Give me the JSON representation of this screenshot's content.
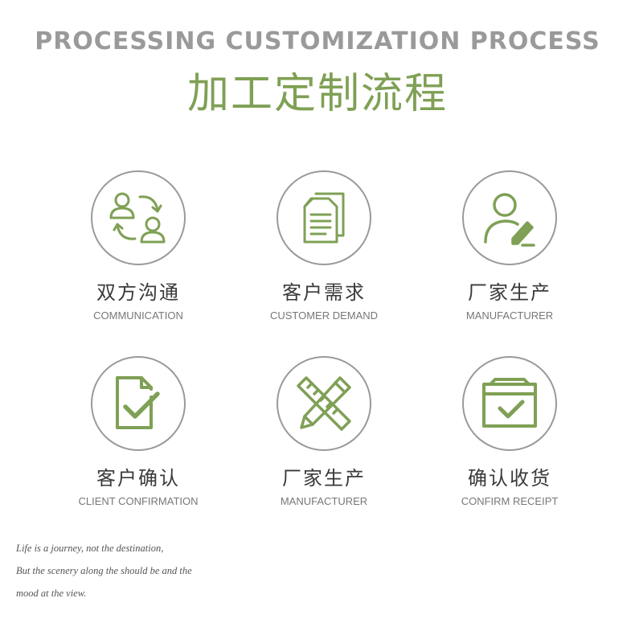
{
  "header": {
    "title_en": "PROCESSING CUSTOMIZATION PROCESS",
    "title_cn": "加工定制流程"
  },
  "colors": {
    "accent": "#7fa055",
    "circle_border": "#9a9a9a",
    "text": "#3a3a3a"
  },
  "steps": [
    {
      "cn": "双方沟通",
      "en": "COMMUNICATION",
      "icon": "communication-icon"
    },
    {
      "cn": "客户需求",
      "en": "CUSTOMER DEMAND",
      "icon": "document-icon"
    },
    {
      "cn": "厂家生产",
      "en": "MANUFACTURER",
      "icon": "user-edit-icon"
    },
    {
      "cn": "客户确认",
      "en": "CLIENT CONFIRMATION",
      "icon": "document-check-icon"
    },
    {
      "cn": "厂家生产",
      "en": "MANUFACTURER",
      "icon": "pencil-ruler-icon"
    },
    {
      "cn": "确认收货",
      "en": "CONFIRM RECEIPT",
      "icon": "box-check-icon"
    }
  ],
  "quote": {
    "line1": "Life is a journey, not the destination,",
    "line2": "But the scenery along the should be and the",
    "line3": "mood at the view."
  }
}
